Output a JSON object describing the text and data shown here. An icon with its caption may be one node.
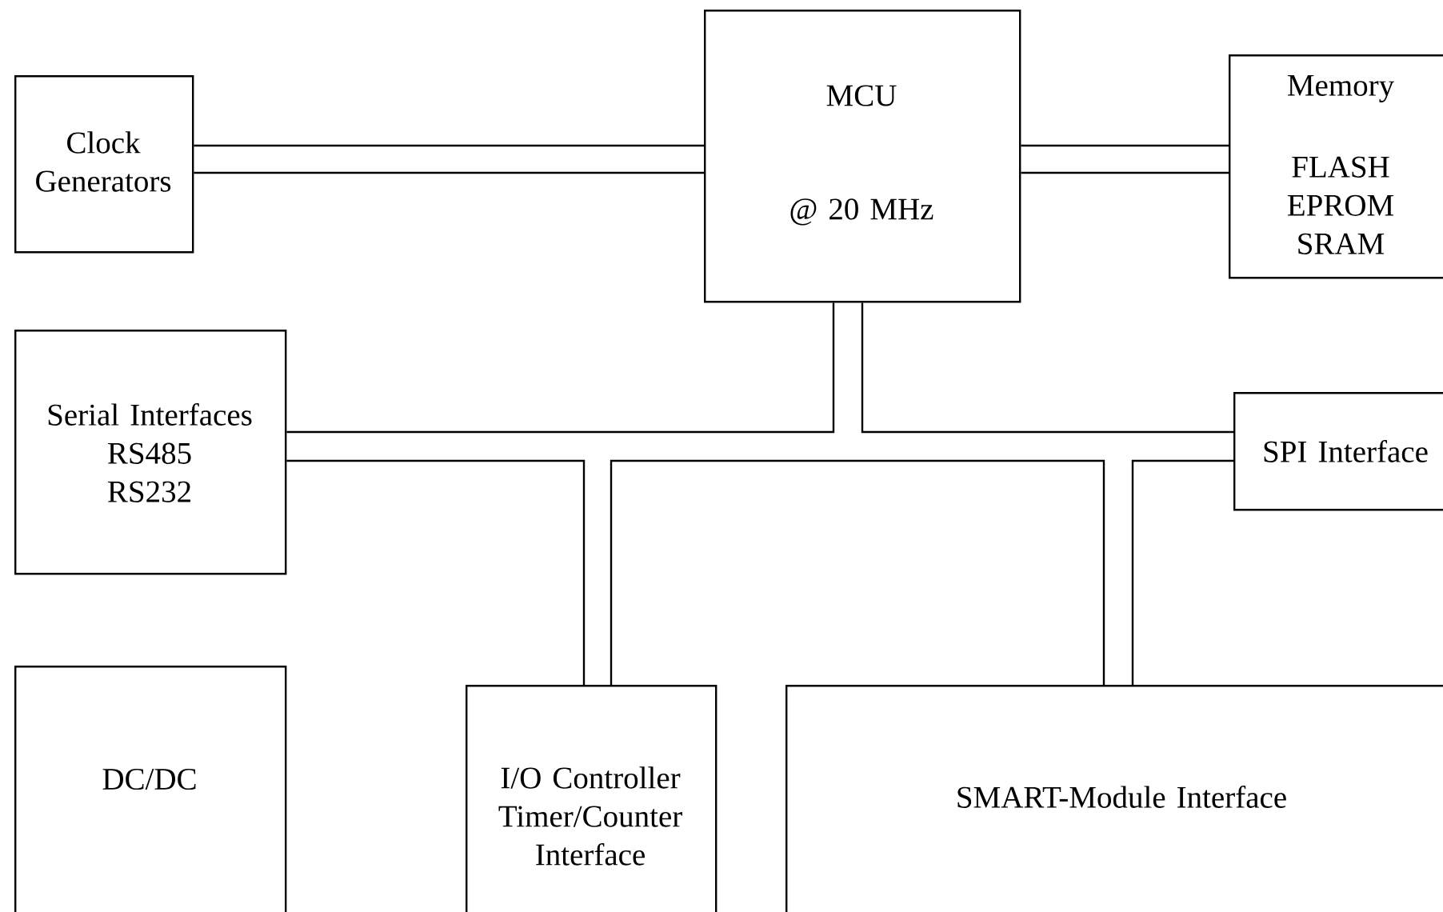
{
  "diagram": {
    "nodes": [
      {
        "text": [
          "Clock Generators"
        ]
      },
      {
        "text": [
          "MCU",
          "@ 20 MHz"
        ]
      },
      {
        "text": [
          "Memory",
          "FLASH",
          "EPROM",
          "SRAM"
        ]
      },
      {
        "text": [
          "Serial Interfaces",
          "RS485",
          "RS232"
        ]
      },
      {
        "text": [
          "SPI Interface"
        ]
      },
      {
        "text": [
          "DC/DC"
        ]
      },
      {
        "text": [
          "I/O Controller Timer/Counter Interface"
        ]
      },
      {
        "text": [
          "SMART-Module Interface"
        ]
      }
    ],
    "edges": [
      {
        "from": 0,
        "to": 1,
        "arrow": "none"
      },
      {
        "from": 1,
        "to": 2,
        "arrow": "none"
      },
      {
        "from": 1,
        "to": 3,
        "arrow": "none"
      },
      {
        "from": 1,
        "to": 4,
        "arrow": "none"
      },
      {
        "from": 3,
        "to": 6,
        "arrow": "none"
      },
      {
        "from": 6,
        "to": 7,
        "arrow": "none"
      },
      {
        "from": 7,
        "to": 4,
        "arrow": "none"
      }
    ]
  }
}
